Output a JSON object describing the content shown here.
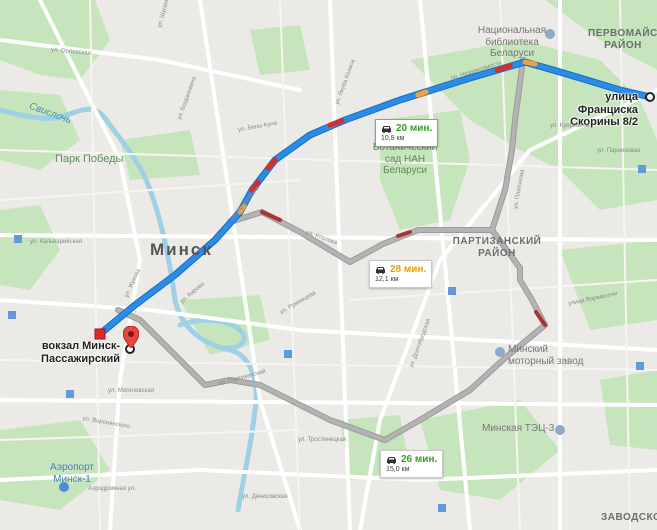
{
  "map": {
    "city": "Минск",
    "districts": [
      "ПЕРВОМАЙСКИЙ РАЙОН",
      "ПАРТИЗАНСКИЙ РАЙОН",
      "ЗАВОДСКОЙ"
    ],
    "parks": [
      "Парк Победы"
    ],
    "pois": {
      "library": "Национальная библиотека Беларуси",
      "botanic": "Ботанический сад НАН Беларуси",
      "motor": "Минский моторный завод",
      "tec": "Минская ТЭЦ-3",
      "airport": "Аэропорт Минск-1",
      "svisloch": "Свислочь"
    },
    "streets": {
      "orlovskaya": "ул. Орловская",
      "kalvariyskaya": "ул. Кальварийская",
      "mogilevskaya": "ул. Могилевская",
      "vorvanskaya": "ул. Воронянского",
      "trostenetskaya": "ул. Тростенецкая",
      "denisovskaya": "ул. Денисовская",
      "aerodromnaya": "Аэродромная ул.",
      "varvasheni": "улица Варвашени",
      "partizansky": "пр. Партизанский",
      "nezavisimosti": "пр. Независимости",
      "kirova": "ул. Кирова",
      "platonova": "ул. Платонова",
      "yakuba_kolasa": "ул. Якуба Коласа",
      "kuprevicha": "ул. Купревича",
      "dolgobrodskaya": "ул. Долгобродская",
      "parnikovaya": "ул. Парниковая",
      "belaya": "ул. Белы Куна",
      "kozlova": "ул. Козлова",
      "zhukova": "ул. Жукова",
      "bogdanovicha": "ул. Богдановича",
      "shugaeva": "ул. Шугаева",
      "kropotkina": "ул. Кропоткина",
      "rumyantseva": "ул. Румянцева"
    },
    "destination": "улица Франциска Скорины 8/2",
    "origin": "вокзал Минск-Пассажирский"
  },
  "routes": [
    {
      "name": "fastest",
      "time": "20 мин.",
      "distance": "10,8 км",
      "time_color": "#3a9c2a",
      "selected": true
    },
    {
      "name": "middle",
      "time": "28 мин.",
      "distance": "12,1 км",
      "time_color": "#e8a000",
      "selected": false
    },
    {
      "name": "south",
      "time": "26 мин.",
      "distance": "15,0 км",
      "time_color": "#3a9c2a",
      "selected": false
    }
  ],
  "colors": {
    "selected_route": "#2b8ce6",
    "alt_route": "#b3b3b3",
    "traffic_red": "#d92b2b",
    "traffic_orange": "#f2a23c",
    "park": "#c7e5bd",
    "water": "#9fd0e6"
  }
}
